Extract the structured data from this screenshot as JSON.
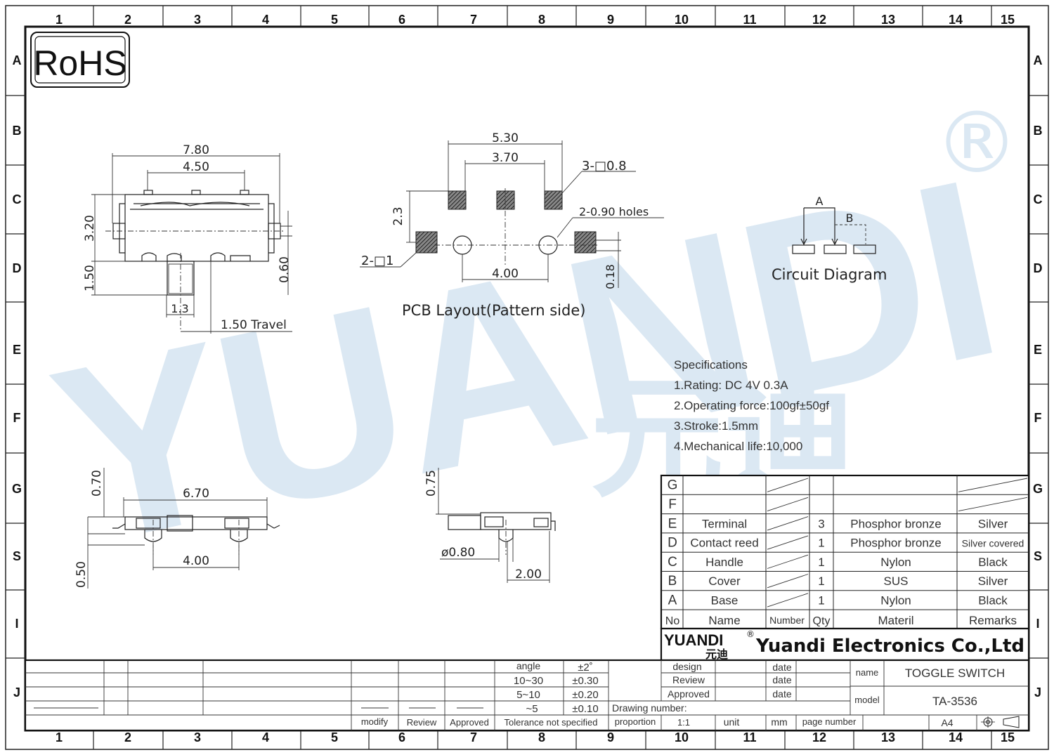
{
  "frame": {
    "col_labels": [
      "1",
      "2",
      "3",
      "4",
      "5",
      "6",
      "7",
      "8",
      "9",
      "10",
      "11",
      "12",
      "13",
      "14",
      "15"
    ],
    "row_labels": [
      "A",
      "B",
      "C",
      "D",
      "E",
      "F",
      "G",
      "S",
      "I",
      "J"
    ]
  },
  "logo": {
    "rohs": "RoHS",
    "watermark": "YUANDI",
    "watermark_cn": "元迪",
    "registered": "®"
  },
  "side_view": {
    "dims": [
      "7.80",
      "4.50",
      "3.20",
      "1.50",
      "1.3",
      "0.60"
    ],
    "travel": "1.50  Travel"
  },
  "pcb": {
    "dims": [
      "5.30",
      "3.70",
      "3-□0.8",
      "2-0.90  holes",
      "2.3",
      "2-□1",
      "4.00",
      "0.18"
    ],
    "caption": "PCB  Layout(Pattern  side)"
  },
  "circuit": {
    "label_a": "A",
    "label_b": "B",
    "caption": "Circuit  Diagram"
  },
  "bottom_left": {
    "dims": [
      "0.70",
      "6.70",
      "4.00",
      "0.50"
    ]
  },
  "bottom_mid": {
    "dims": [
      "0.75",
      "ø0.80",
      "2.00"
    ]
  },
  "specs": {
    "title": "Specifications",
    "items": [
      "1.Rating: DC 4V 0.3A",
      "2.Operating force:100gf±50gf",
      "3.Stroke:1.5mm",
      "4.Mechanical life:10,000"
    ]
  },
  "bom": {
    "header": {
      "no": "No",
      "name": "Name",
      "number": "Number",
      "qty": "Qty",
      "material": "Materil",
      "remarks": "Remarks"
    },
    "rows": [
      {
        "no": "G",
        "name": "",
        "qty": "",
        "material": "",
        "remarks": ""
      },
      {
        "no": "F",
        "name": "",
        "qty": "",
        "material": "",
        "remarks": ""
      },
      {
        "no": "E",
        "name": "Terminal",
        "qty": "3",
        "material": "Phosphor bronze",
        "remarks": "Silver"
      },
      {
        "no": "D",
        "name": "Contact reed",
        "qty": "1",
        "material": "Phosphor bronze",
        "remarks": "Silver covered"
      },
      {
        "no": "C",
        "name": "Handle",
        "qty": "1",
        "material": "Nylon",
        "remarks": "Black"
      },
      {
        "no": "B",
        "name": "Cover",
        "qty": "1",
        "material": "SUS",
        "remarks": "Silver"
      },
      {
        "no": "A",
        "name": "Base",
        "qty": "1",
        "material": "Nylon",
        "remarks": "Black"
      }
    ]
  },
  "company": {
    "logo_text": "YUANDI",
    "logo_cn": "元迪",
    "name": "Yuandi Electronics Co.,Ltd"
  },
  "title_block": {
    "angle_label": "angle",
    "angle_tol": "±2˚",
    "tol_rows": [
      {
        "range": "10~30",
        "tol": "±0.30"
      },
      {
        "range": "5~10",
        "tol": "±0.20"
      },
      {
        "range": "~5",
        "tol": "±0.10"
      }
    ],
    "modify": "modify",
    "review": "Review",
    "approved": "Approved",
    "tolerance_note": "Tolerance not specified",
    "design": "design",
    "review2": "Review",
    "approved2": "Approved",
    "date": "date",
    "drawing_number_label": "Drawing number:",
    "proportion_label": "proportion",
    "proportion": "1:1",
    "unit_label": "unit",
    "unit": "mm",
    "page_number_label": "page number",
    "name_label": "name",
    "name": "TOGGLE SWITCH",
    "model_label": "model",
    "model": "TA-3536",
    "sheet_size": "A4"
  }
}
